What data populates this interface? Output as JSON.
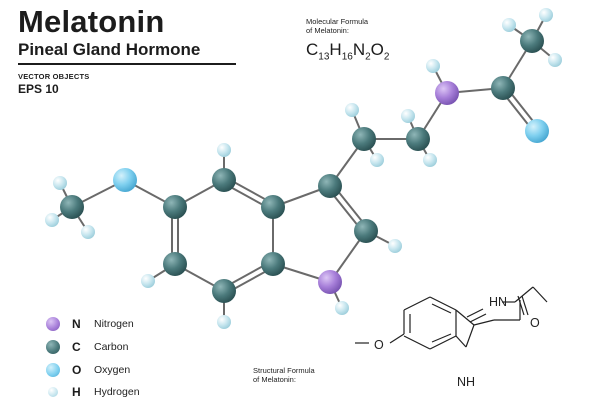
{
  "header": {
    "title": "Melatonin",
    "subtitle": "Pineal Gland Hormone",
    "vector_label": "VECTOR OBJECTS",
    "eps_label": "EPS 10"
  },
  "molecular_formula": {
    "caption_line1": "Molecular Formula",
    "caption_line2": "of Melatonin:",
    "parts": [
      "C",
      "13",
      "H",
      "16",
      "N",
      "2",
      "O",
      "2"
    ]
  },
  "structural_formula": {
    "caption_line1": "Structural Formula",
    "caption_line2": "of Melatonin:",
    "labels": {
      "amide": "HN",
      "indole_nh": "NH",
      "carbonyl": "O",
      "methoxy": "O"
    }
  },
  "legend": [
    {
      "symbol": "N",
      "name": "Nitrogen",
      "color": "#a77fd9"
    },
    {
      "symbol": "C",
      "name": "Carbon",
      "color": "#4b7a7c"
    },
    {
      "symbol": "O",
      "name": "Oxygen",
      "color": "#7fd0ef"
    },
    {
      "symbol": "H",
      "name": "Hydrogen",
      "color": "#c5e5ee"
    }
  ],
  "colors": {
    "nitrogen": "#a77fd9",
    "carbon": "#4b7a7c",
    "oxygen": "#7fd0ef",
    "hydrogen": "#c5e5ee",
    "bond": "#6a6a6a"
  }
}
